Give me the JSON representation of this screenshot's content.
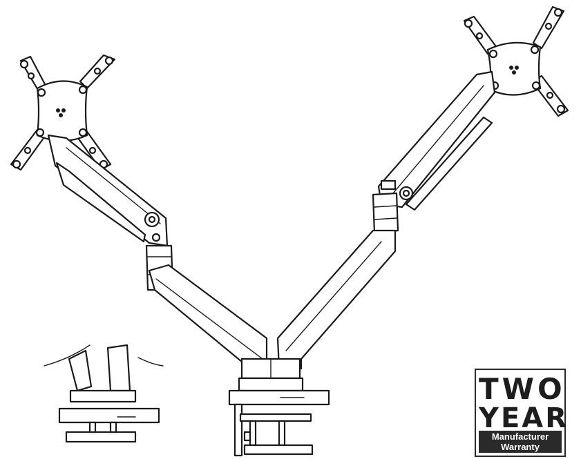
{
  "badge": {
    "line1": "TWO",
    "line2": "YEAR",
    "line3": "Manufacturer",
    "line4": "Warranty"
  },
  "colors": {
    "ink": "#1a1a1a",
    "paper": "#ffffff"
  }
}
